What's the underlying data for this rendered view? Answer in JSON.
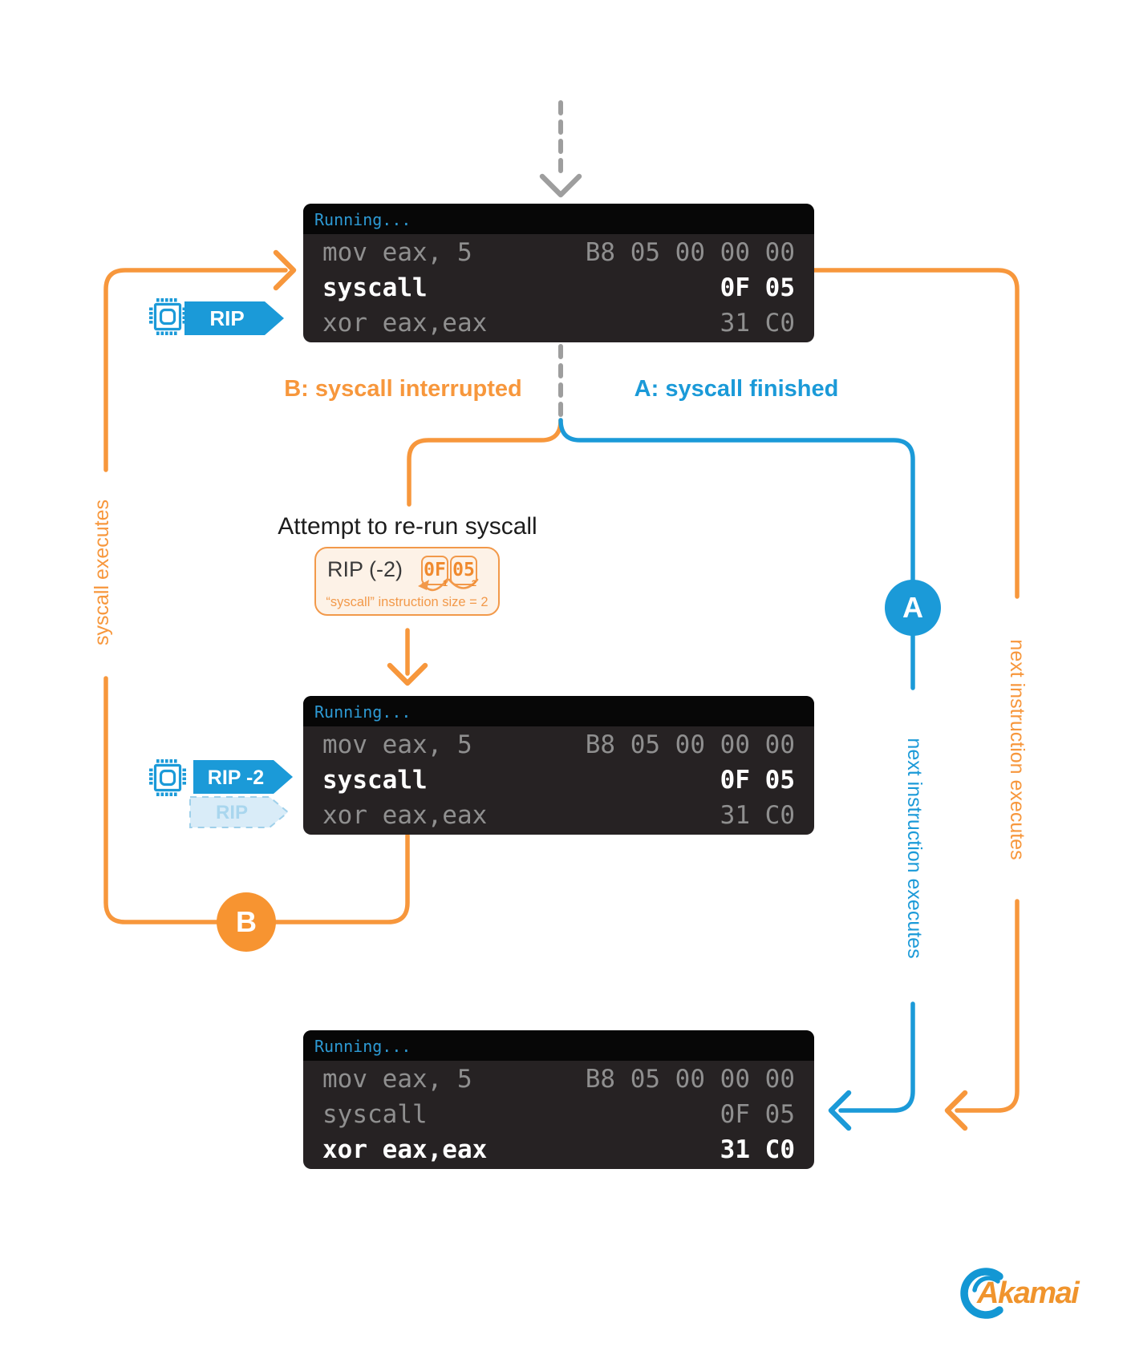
{
  "palette": {
    "orange": "#F7973C",
    "blue": "#1B9AD8",
    "code_background": "#262223",
    "code_header_background": "#070707",
    "code_muted_text": "#8F8F8F",
    "code_highlight_text": "#FFFFFF",
    "dashed_gray": "#9E9E9E",
    "note_background": "#FDF2E7"
  },
  "blocks": [
    {
      "header": "Running...",
      "rows": [
        {
          "asm": "mov eax, 5",
          "bytes": "B8 05 00 00 00"
        },
        {
          "asm": "syscall",
          "bytes": "0F 05"
        },
        {
          "asm": "xor eax,eax",
          "bytes": "31 C0"
        }
      ],
      "highlighted_row": "syscall"
    },
    {
      "header": "Running...",
      "rows": [
        {
          "asm": "mov eax, 5",
          "bytes": "B8 05 00 00 00"
        },
        {
          "asm": "syscall",
          "bytes": "0F 05"
        },
        {
          "asm": "xor eax,eax",
          "bytes": "31 C0"
        }
      ],
      "highlighted_row": "syscall"
    },
    {
      "header": "Running...",
      "rows": [
        {
          "asm": "mov eax, 5",
          "bytes": "B8 05 00 00 00"
        },
        {
          "asm": "syscall",
          "bytes": "0F 05"
        },
        {
          "asm": "xor eax,eax",
          "bytes": "31 C0"
        }
      ],
      "highlighted_row": "xor eax,eax"
    }
  ],
  "rip_tags": {
    "first": "RIP",
    "rewound": "RIP -2",
    "ghost": "RIP"
  },
  "branches": {
    "b_label": "B: syscall interrupted",
    "a_label": "A: syscall finished",
    "b_badge": "B",
    "a_badge": "A"
  },
  "rerun": {
    "heading": "Attempt to re-run syscall",
    "register": "RIP (-2)",
    "bytes": [
      {
        "value": "0F",
        "index": "1"
      },
      {
        "value": "05",
        "index": "2"
      }
    ],
    "caption": "“syscall” instruction size = 2"
  },
  "flow_labels": {
    "syscall_executes": "syscall executes",
    "next_instruction_blue": "next instruction executes",
    "next_instruction_orange": "next instruction executes"
  },
  "logo": {
    "brand": "Akamai"
  }
}
